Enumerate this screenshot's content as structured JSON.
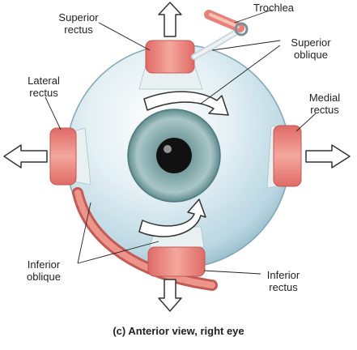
{
  "labels": {
    "trochlea": "Trochlea",
    "superior_rectus": [
      "Superior",
      "rectus"
    ],
    "superior_oblique": [
      "Superior",
      "oblique"
    ],
    "lateral_rectus": [
      "Lateral",
      "rectus"
    ],
    "medial_rectus": [
      "Medial",
      "rectus"
    ],
    "inferior_oblique": [
      "Inferior",
      "oblique"
    ],
    "inferior_rectus": [
      "Inferior",
      "rectus"
    ]
  },
  "caption": "(c) Anterior view, right eye",
  "colors": {
    "muscle": "#e8807a",
    "muscle_light": "#f6c3b5",
    "tendon": "#dde9ec",
    "sclera": "#b9d6e1",
    "sclera_edge": "#7fa7b8",
    "iris": "#5f8b8e",
    "pupil": "#111111",
    "arrow_stroke": "#333333"
  }
}
